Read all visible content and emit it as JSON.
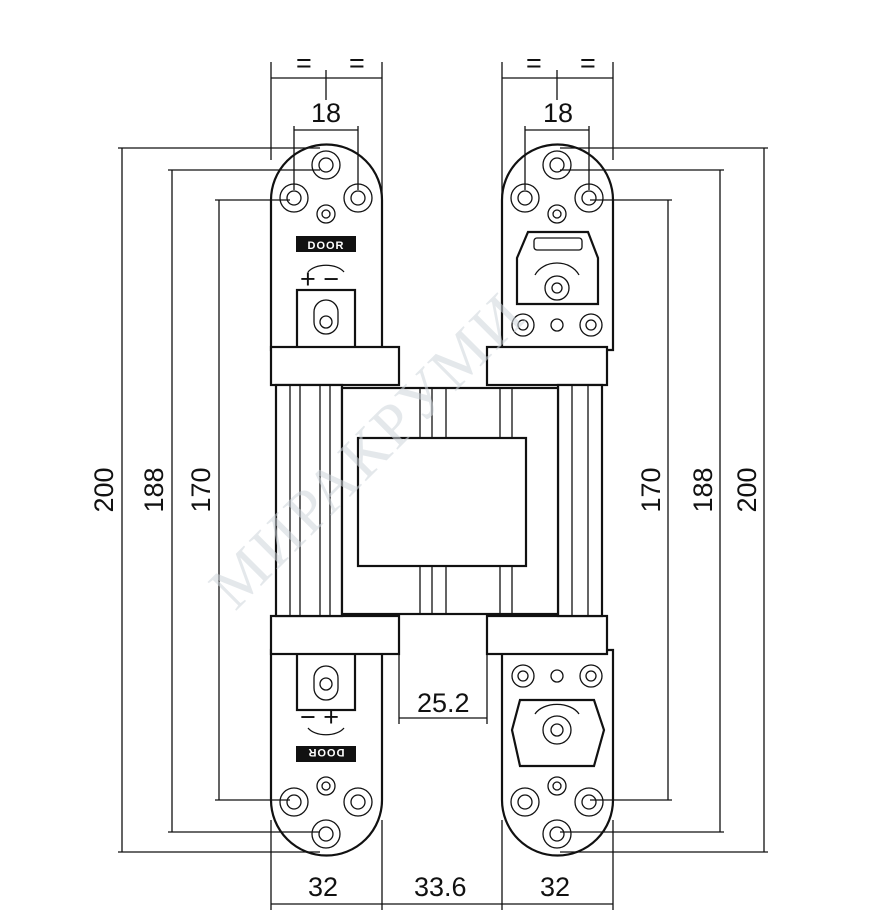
{
  "drawing": {
    "dimensions": {
      "top_equal_left": [
        "=",
        "="
      ],
      "top_equal_right": [
        "=",
        "="
      ],
      "hole_spacing_left": "18",
      "hole_spacing_right": "18",
      "height_200_left": "200",
      "height_188_left": "188",
      "height_170_left": "170",
      "height_170_right": "170",
      "height_188_right": "188",
      "height_200_right": "200",
      "gap_25": "25.2",
      "width_left": "32",
      "width_center": "33.6",
      "width_right": "32"
    },
    "door_label_top": "DOOR",
    "door_label_bottom": "DOOR",
    "adjust_sign_top": "+  −",
    "adjust_sign_bottom": "−  +",
    "watermark": "МИРАКРУМИ"
  }
}
